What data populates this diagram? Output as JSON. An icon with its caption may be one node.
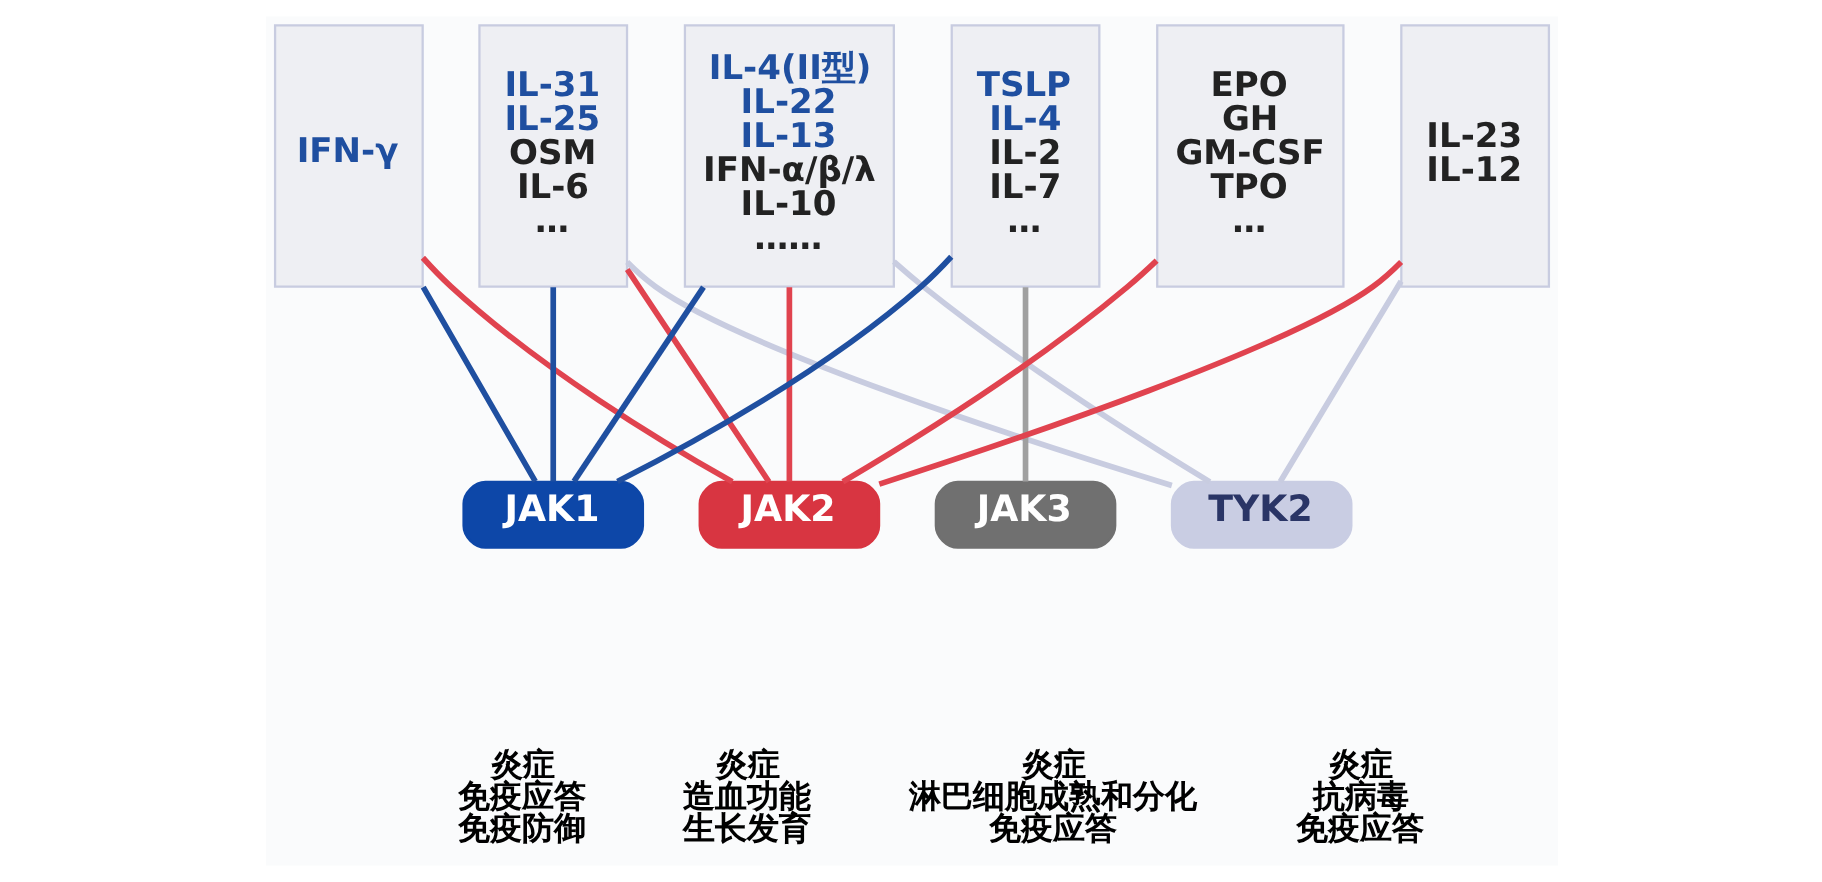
{
  "diagram": {
    "nodes": [
      {
        "text": [
          "IFN-γ"
        ]
      },
      {
        "text": [
          "IL-31 IL-25",
          "OSM IL-6 …"
        ]
      },
      {
        "text": [
          "IL-4(II型) IL-22 IL-13",
          "IFN-α/β/λ IL-10 ……"
        ]
      },
      {
        "text": [
          "TSLP IL-4",
          "IL-2 IL-7 …"
        ]
      },
      {
        "text": [
          "EPO GH GM-CSF TPO …"
        ]
      },
      {
        "text": [
          "IL-23 IL-12"
        ]
      },
      {
        "text": [
          "JAK1"
        ],
        "beside": [
          "炎症",
          "免疫应答",
          "免疫防御"
        ]
      },
      {
        "text": [
          "JAK2"
        ],
        "beside": [
          "炎症",
          "造血功能",
          "生长发育"
        ]
      },
      {
        "text": [
          "JAK3"
        ],
        "beside": [
          "炎症",
          "淋巴细胞成熟和分化",
          "免疫应答"
        ]
      },
      {
        "text": [
          "TYK2"
        ],
        "beside": [
          "炎症",
          "抗病毒",
          "免疫应答"
        ]
      }
    ],
    "edges": [
      {
        "from": 0,
        "to": 6,
        "arrow": "none",
        "color": "#1f4fa0"
      },
      {
        "from": 0,
        "to": 7,
        "arrow": "none"
      },
      {
        "from": 1,
        "to": 6,
        "arrow": "none",
        "color": "#1f4fa0"
      },
      {
        "from": 1,
        "to": 7,
        "arrow": "none"
      },
      {
        "from": 1,
        "to": 9,
        "arrow": "none",
        "color": "#c8cce0"
      },
      {
        "from": 2,
        "to": 6,
        "arrow": "none",
        "color": "#1f4fa0"
      },
      {
        "from": 2,
        "to": 7,
        "arrow": "none"
      },
      {
        "from": 2,
        "to": 9,
        "arrow": "none",
        "color": "#c8cce0"
      },
      {
        "from": 3,
        "to": 6,
        "arrow": "none",
        "color": "#1f4fa0"
      },
      {
        "from": 3,
        "to": 8,
        "arrow": "none",
        "color": "#a0a0a0"
      },
      {
        "from": 4,
        "to": 7,
        "arrow": "none"
      },
      {
        "from": 5,
        "to": 7,
        "arrow": "none"
      },
      {
        "from": 5,
        "to": 9,
        "arrow": "none",
        "color": "#c8cce0"
      }
    ]
  }
}
